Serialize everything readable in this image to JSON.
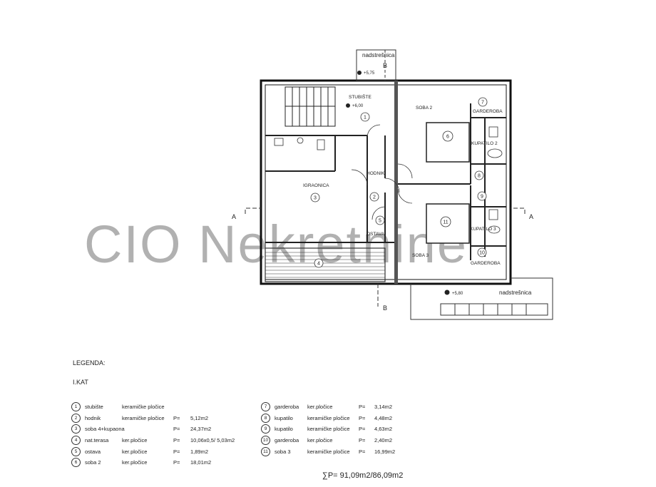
{
  "watermark": "CIO Nekretnine",
  "plan": {
    "labels": {
      "nadstresnica_top": "nadstrešnica",
      "nadstresnica_bottom": "nadstrešnica",
      "section_b_top": "B",
      "section_b_bottom": "B",
      "section_a_left": "A",
      "section_a_right": "A",
      "level_top": "+5,75",
      "level_stair": "+6,00",
      "level_bottom": "+5,80",
      "stubiste": "STUBIŠTE",
      "soba2": "SOBA 2",
      "garderoba_top": "GARDEROBA",
      "kupatilo2": "KUPATILO 2",
      "igraonica": "IGRAONICA",
      "hodnik": "HODNIK",
      "ostava": "OSTAVA",
      "soba3": "SOBA 3",
      "kupatilo3": "KUPATILO 3",
      "garderoba_bottom": "GARDEROBA"
    },
    "room_numbers": [
      "1",
      "2",
      "3",
      "4",
      "5",
      "6",
      "7",
      "8",
      "9",
      "10",
      "11"
    ]
  },
  "legend": {
    "title": "LEGENDA:",
    "floor": "I.KAT",
    "left": [
      {
        "n": "1",
        "name": "stubište",
        "mat": "keramičke pločice",
        "p": "",
        "area": ""
      },
      {
        "n": "2",
        "name": "hodnik",
        "mat": "keramičke pločice",
        "p": "P=",
        "area": "5,12m2"
      },
      {
        "n": "3",
        "name": "soba 4+kupaona",
        "mat": "",
        "p": "P=",
        "area": "24,37m2"
      },
      {
        "n": "4",
        "name": "nat.terasa",
        "mat": "ker.pločice",
        "p": "P=",
        "area": "10,06x0,5/ 5,03m2"
      },
      {
        "n": "5",
        "name": "ostava",
        "mat": "ker.pločice",
        "p": "P=",
        "area": "1,89m2"
      },
      {
        "n": "6",
        "name": "soba 2",
        "mat": "ker.pločice",
        "p": "P=",
        "area": "18,01m2"
      }
    ],
    "right": [
      {
        "n": "7",
        "name": "garderoba",
        "mat": "ker.pločice",
        "p": "P=",
        "area": "3,14m2"
      },
      {
        "n": "8",
        "name": "kupatilo",
        "mat": "keramičke pločice",
        "p": "P=",
        "area": "4,48m2"
      },
      {
        "n": "9",
        "name": "kupatilo",
        "mat": "keramičke pločice",
        "p": "P=",
        "area": "4,63m2"
      },
      {
        "n": "10",
        "name": "garderoba",
        "mat": "ker.pločice",
        "p": "P=",
        "area": "2,40m2"
      },
      {
        "n": "11",
        "name": "soba 3",
        "mat": "keramičke pločice",
        "p": "P=",
        "area": "16,99m2"
      }
    ],
    "total": "∑P= 91,09m2/86,09m2"
  }
}
